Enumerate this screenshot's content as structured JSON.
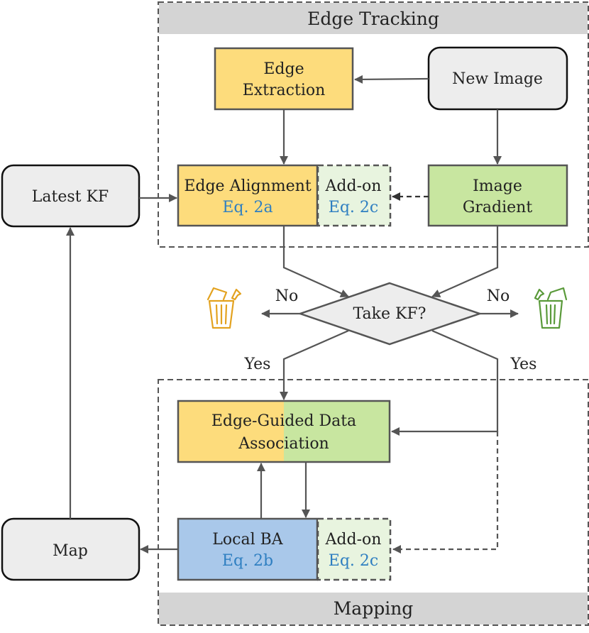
{
  "sections": {
    "tracking": "Edge Tracking",
    "mapping": "Mapping"
  },
  "nodes": {
    "edge_extraction": [
      "Edge",
      "Extraction"
    ],
    "new_image": "New Image",
    "latest_kf": "Latest KF",
    "edge_alignment": "Edge Alignment",
    "edge_alignment_eq": "Eq. 2a",
    "addon_label": "Add-on",
    "addon_eq_tracking": "Eq. 2c",
    "image_gradient": [
      "Image",
      "Gradient"
    ],
    "take_kf": "Take KF?",
    "no": "No",
    "yes": "Yes",
    "data_association": [
      "Edge-Guided Data",
      "Association"
    ],
    "local_ba": "Local BA",
    "local_ba_eq": "Eq. 2b",
    "addon_eq_mapping": "Eq. 2c",
    "map": "Map"
  },
  "icons": {
    "left_bin": "trash-bin-icon",
    "right_bin": "trash-bin-icon"
  },
  "colors": {
    "yellow": "#fddc7c",
    "green": "#c8e6a0",
    "blue": "#a9c8ea",
    "gray": "#ededed",
    "header": "#d4d4d4",
    "addon_fill": "#e8f4df",
    "eq_blue": "#2f7fc1",
    "bin_orange": "#e3a21f",
    "bin_green": "#5a9a3a"
  }
}
